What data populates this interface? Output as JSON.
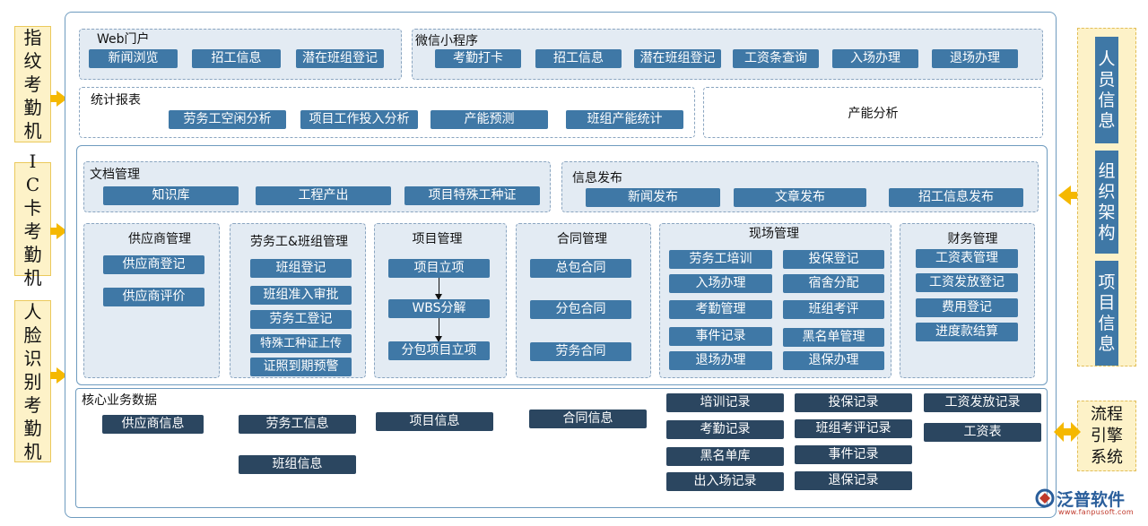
{
  "left_side": [
    {
      "label": "指纹考勤机"
    },
    {
      "label": "IC卡考勤机"
    },
    {
      "label": "人脸识别考勤机"
    }
  ],
  "web_portal": {
    "title": "Web门户",
    "items": [
      "新闻浏览",
      "招工信息",
      "潜在班组登记"
    ]
  },
  "mini_program": {
    "title": "微信小程序",
    "items": [
      "考勤打卡",
      "招工信息",
      "潜在班组登记",
      "工资条查询",
      "入场办理",
      "退场办理"
    ]
  },
  "report": {
    "title": "统计报表",
    "items": [
      "劳务工空闲分析",
      "项目工作投入分析",
      "产能预测",
      "班组产能统计"
    ]
  },
  "capacity": {
    "title": "产能分析"
  },
  "doc_mgmt": {
    "title": "文档管理",
    "items": [
      "知识库",
      "工程产出",
      "项目特殊工种证"
    ]
  },
  "info_publish": {
    "title": "信息发布",
    "items": [
      "新闻发布",
      "文章发布",
      "招工信息发布"
    ]
  },
  "supplier_mgmt": {
    "title": "供应商管理",
    "items": [
      "供应商登记",
      "供应商评价"
    ]
  },
  "labor_mgmt": {
    "title": "劳务工&班组管理",
    "items": [
      "班组登记",
      "班组准入审批",
      "劳务工登记",
      "特殊工种证上传",
      "证照到期预警"
    ]
  },
  "project_mgmt": {
    "title": "项目管理",
    "items": [
      "项目立项",
      "WBS分解",
      "分包项目立项"
    ]
  },
  "contract_mgmt": {
    "title": "合同管理",
    "items": [
      "总包合同",
      "分包合同",
      "劳务合同"
    ]
  },
  "site_mgmt": {
    "title": "现场管理",
    "items": [
      "劳务工培训",
      "投保登记",
      "入场办理",
      "宿舍分配",
      "考勤管理",
      "班组考评",
      "事件记录",
      "黑名单管理",
      "退场办理",
      "退保办理"
    ]
  },
  "finance_mgmt": {
    "title": "财务管理",
    "items": [
      "工资表管理",
      "工资发放登记",
      "费用登记",
      "进度款结算"
    ]
  },
  "core_data": {
    "title": "核心业务数据",
    "items": [
      "供应商信息",
      "劳务工信息",
      "项目信息",
      "合同信息",
      "班组信息",
      "培训记录",
      "投保记录",
      "工资发放记录",
      "考勤记录",
      "班组考评记录",
      "工资表",
      "黑名单库",
      "事件记录",
      "出入场记录",
      "退保记录"
    ]
  },
  "right_side": {
    "items": [
      "人员信息",
      "组织架构",
      "项目信息"
    ]
  },
  "flow_engine": {
    "label": "流程引擎系统"
  },
  "logo": {
    "text": "泛普软件",
    "url": "www.fanpusoft.com"
  },
  "colors": {
    "button": "#3f78a6",
    "button_dark": "#2b4660",
    "panel": "#e3ebf3",
    "side": "#fdf2c8",
    "arrow": "#f5b800"
  }
}
